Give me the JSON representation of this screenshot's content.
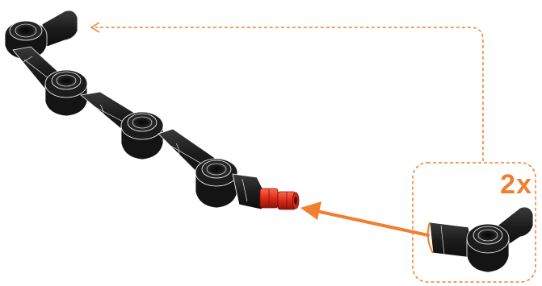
{
  "instruction": {
    "quantity": "2x"
  },
  "colors": {
    "accent": "#F07F2F",
    "part_body": "#1C1C1C",
    "part_edge": "#ffffff",
    "pin": "#D92B1A"
  },
  "icons": {
    "target_assembly": "technic-beam-chain",
    "new_part": "technic-angle-connector",
    "pin": "technic-axle-pin",
    "insert_arrow": "arrow-left",
    "return_path": "dashed-arrow-left"
  }
}
